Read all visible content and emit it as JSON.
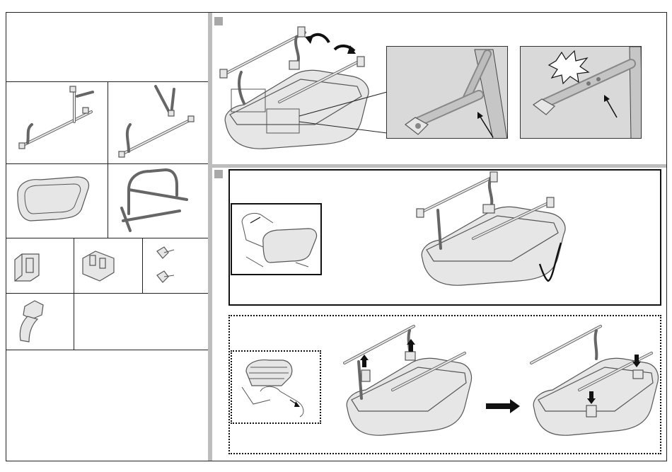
{
  "document": {
    "title": "",
    "left_panel_parts": [
      "frame-assembly-a",
      "frame-assembly-b",
      "seat-tray",
      "backrest-frame",
      "clip-a",
      "clip-b",
      "screws",
      "knob"
    ],
    "steps": [
      {
        "marker": "",
        "zoom_count": 2
      },
      {
        "marker": "",
        "result": "correct"
      }
    ]
  }
}
